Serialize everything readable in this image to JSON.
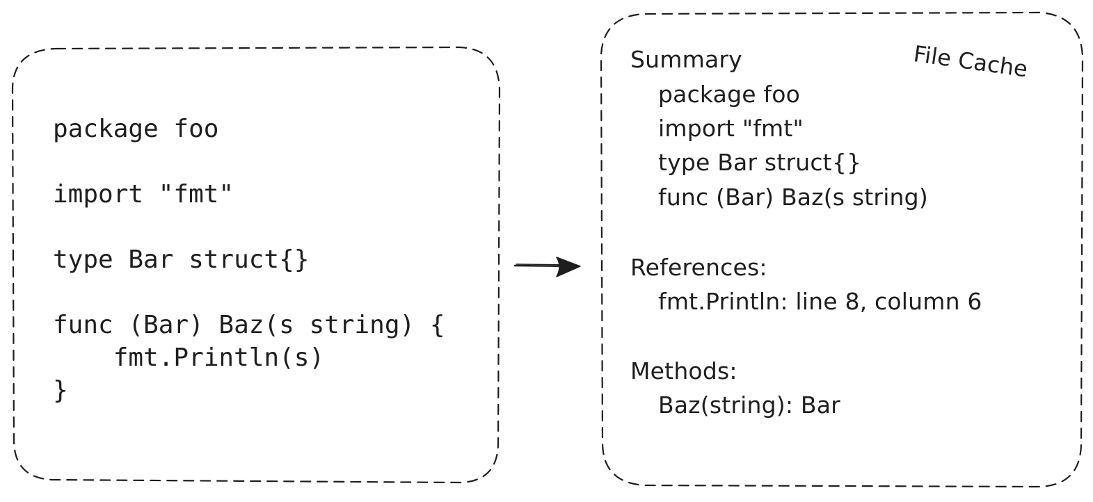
{
  "source_panel": {
    "code_lines": [
      "package foo",
      "",
      "import \"fmt\"",
      "",
      "type Bar struct{}",
      "",
      "func (Bar) Baz(s string) {",
      "    fmt.Println(s)",
      "}"
    ]
  },
  "cache_panel": {
    "title": "File Cache",
    "summary": {
      "heading": "Summary",
      "items": [
        "package foo",
        "import \"fmt\"",
        "type Bar struct{}",
        "func (Bar) Baz(s string)"
      ]
    },
    "references": {
      "heading": "References:",
      "items": [
        "fmt.Println: line 8, column 6"
      ]
    },
    "methods": {
      "heading": "Methods:",
      "items": [
        "Baz(string): Bar"
      ]
    }
  }
}
